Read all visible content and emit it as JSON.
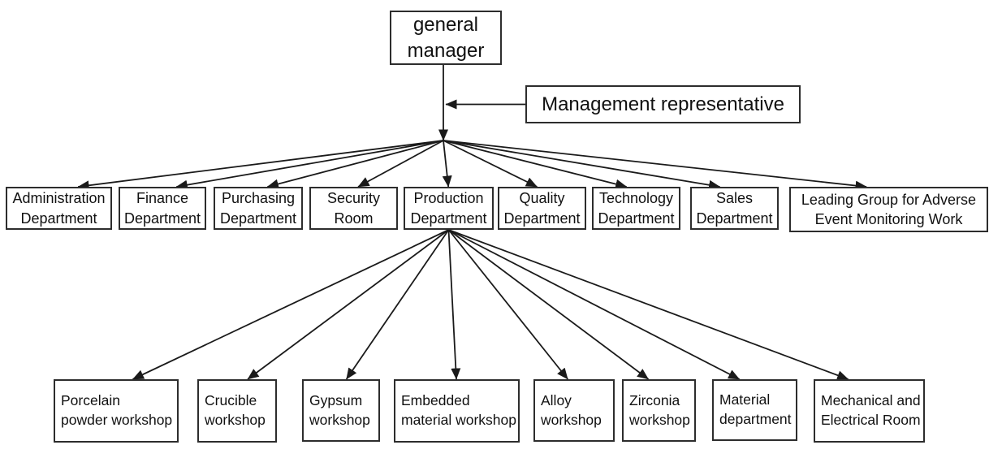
{
  "colors": {
    "background": "#ffffff",
    "box_border": "#2d2d2d",
    "line": "#1a1a1a",
    "text": "#111111"
  },
  "top": {
    "general_manager": "general\nmanager",
    "management_representative": "Management representative"
  },
  "departments": [
    {
      "id": "administration",
      "label": "Administration\nDepartment"
    },
    {
      "id": "finance",
      "label": "Finance\nDepartment"
    },
    {
      "id": "purchasing",
      "label": "Purchasing\nDepartment"
    },
    {
      "id": "security",
      "label": "Security\nRoom"
    },
    {
      "id": "production",
      "label": "Production\nDepartment"
    },
    {
      "id": "quality",
      "label": "Quality\nDepartment"
    },
    {
      "id": "technology",
      "label": "Technology\nDepartment"
    },
    {
      "id": "sales",
      "label": "Sales\nDepartment"
    },
    {
      "id": "leading_group",
      "label": "Leading Group for Adverse\nEvent Monitoring Work"
    }
  ],
  "workshops": [
    {
      "id": "porcelain",
      "label": "Porcelain\npowder workshop"
    },
    {
      "id": "crucible",
      "label": "Crucible\nworkshop"
    },
    {
      "id": "gypsum",
      "label": "Gypsum\nworkshop"
    },
    {
      "id": "embedded",
      "label": "Embedded\nmaterial workshop"
    },
    {
      "id": "alloy",
      "label": "Alloy\nworkshop"
    },
    {
      "id": "zirconia",
      "label": "Zirconia\nworkshop"
    },
    {
      "id": "material",
      "label": "Material\ndepartment"
    },
    {
      "id": "mechanical",
      "label": "Mechanical and\nElectrical Room"
    }
  ],
  "structure": {
    "root": "general_manager",
    "staff_node": "management_representative",
    "staff_connects_to": "general_manager",
    "departments_parent": "general_manager",
    "workshops_parent": "production"
  }
}
